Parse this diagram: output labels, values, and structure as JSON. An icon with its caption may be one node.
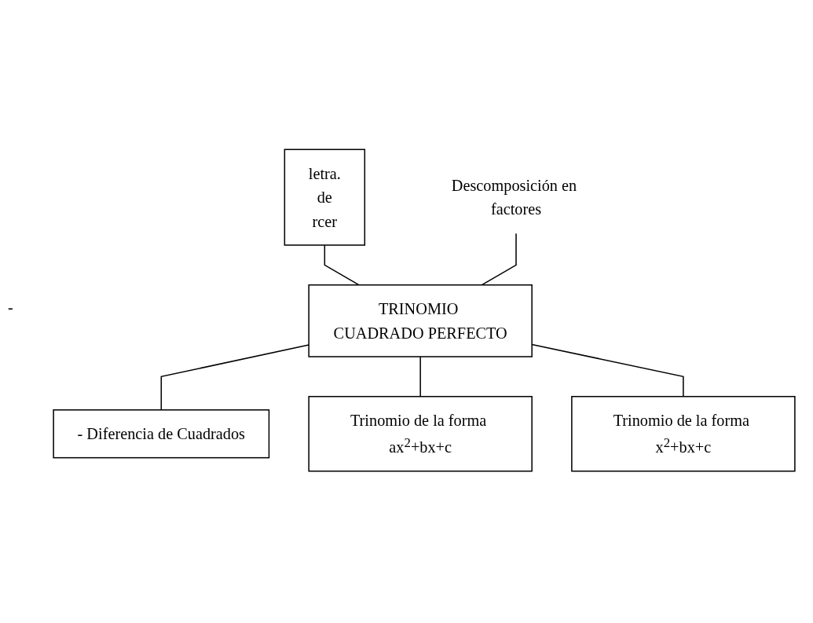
{
  "diagram": {
    "nodes": [
      {
        "text": [
          "letra.",
          "de",
          "rcer"
        ]
      },
      {
        "text": [
          "Descomposición en factores"
        ]
      },
      {
        "text": [
          "TRINOMIO CUADRADO PERFECTO"
        ]
      },
      {
        "text": [
          "- Diferencia de Cuadrados"
        ]
      },
      {
        "text": [
          "Trinomio de la forma ax$^{2}$+bx+c"
        ]
      },
      {
        "text": [
          "Trinomio de la forma x$^{2}$+bx+c"
        ]
      }
    ],
    "edges": [
      {
        "from": 0,
        "to": 2,
        "arrow": "none"
      },
      {
        "from": 1,
        "to": 2,
        "arrow": "none"
      },
      {
        "from": 2,
        "to": 3,
        "arrow": "none"
      },
      {
        "from": 2,
        "to": 4,
        "arrow": "none"
      },
      {
        "from": 2,
        "to": 5,
        "arrow": "none"
      }
    ],
    "labels": [
      "-"
    ]
  }
}
